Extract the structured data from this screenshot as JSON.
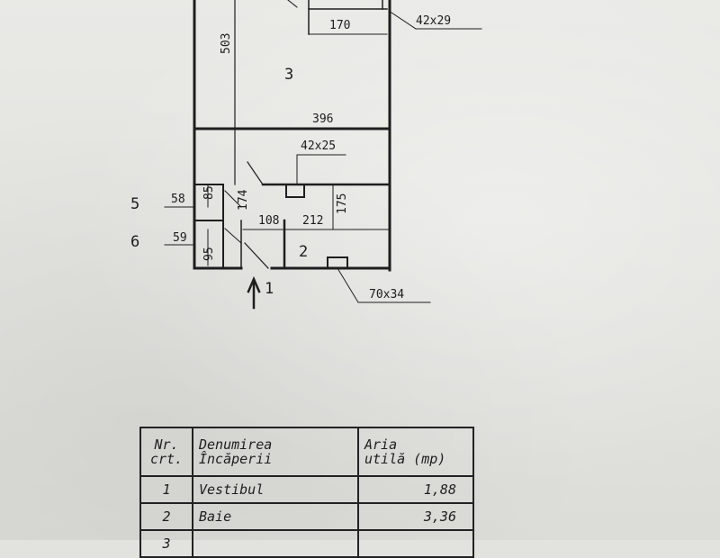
{
  "plan": {
    "rooms": [
      {
        "label": "1"
      },
      {
        "label": "2"
      },
      {
        "label": "3"
      },
      {
        "label": "5"
      },
      {
        "label": "6"
      }
    ],
    "dimensions": [
      "503",
      "170",
      "396",
      "42x25",
      "58",
      "85",
      "174",
      "175",
      "108",
      "212",
      "59",
      "95",
      "42x29",
      "70x34"
    ]
  },
  "table": {
    "header": {
      "nr_line1": "Nr.",
      "nr_line2": "crt.",
      "name_line1": "Denumirea",
      "name_line2": "Încăperii",
      "area_line1": "Aria",
      "area_line2": "utilă (mp)"
    },
    "rows": [
      {
        "nr": "1",
        "name": "Vestibul",
        "area": "1,88"
      },
      {
        "nr": "2",
        "name": "Baie",
        "area": "3,36"
      },
      {
        "nr": "3",
        "name": "",
        "area": ""
      }
    ]
  }
}
